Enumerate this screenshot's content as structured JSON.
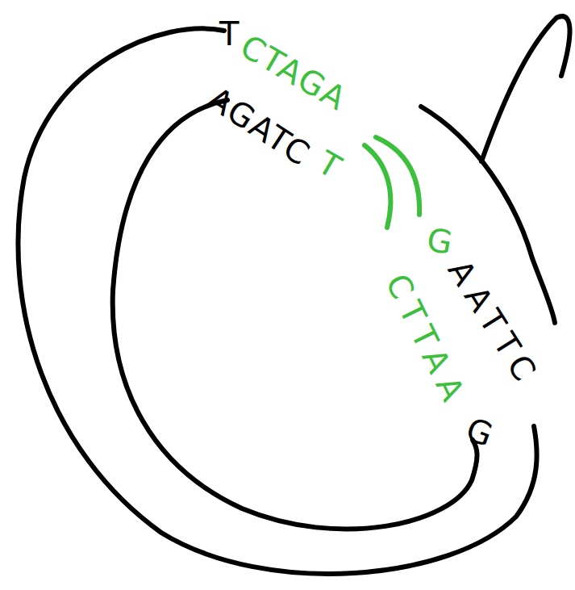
{
  "diagram": {
    "labels": [
      "T",
      "CTAGA",
      "AGATC",
      "T",
      "G",
      "AATTC",
      "CTTAA",
      "G"
    ]
  }
}
